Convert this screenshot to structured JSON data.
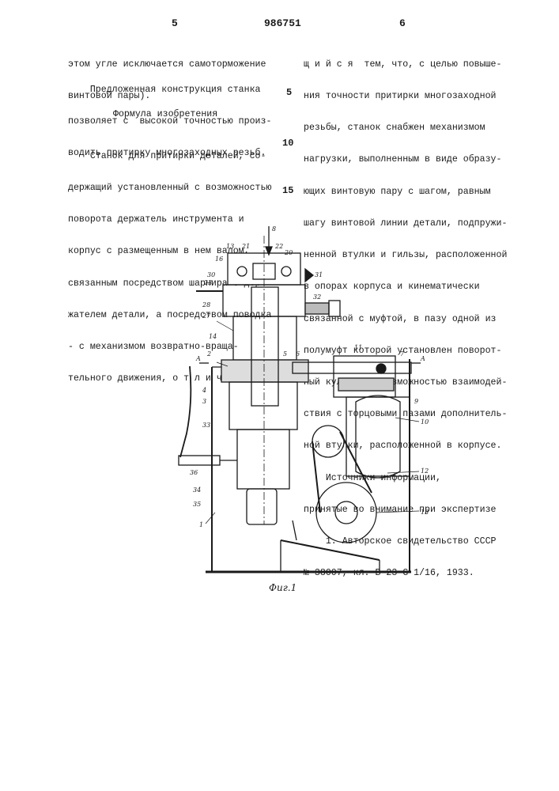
{
  "header": {
    "page_left": "5",
    "patent_number": "986751",
    "page_right": "6"
  },
  "left_column": {
    "paragraph1": [
      "этом угле исключается самоторможение",
      "винтовой пары)."
    ],
    "paragraph2": [
      "    Предложенная конструкция станка",
      "позволяет с  высокой точностью произ-",
      "водить притирку многозаходных резьб."
    ],
    "heading": "Формула изобретения",
    "claim": [
      "    Станок для притирки деталей, со-",
      "держащий установленный с возможностью",
      "поворота держатель инструмента и",
      "корпус с размещенным в нем валом,",
      "связанным посредством шарнира с дер-",
      "жателем детали, а посредством поводка",
      "- с механизмом возвратно-враща-",
      "тельного движения, о т л и ч а ю -"
    ]
  },
  "right_column": {
    "claim_cont": [
      "щ и й с я  тем, что, с целью повыше-",
      "ния точности притирки многозаходной",
      "резьбы, станок снабжен механизмом",
      "нагрузки, выполненным в виде образу-",
      "ющих винтовую пару с шагом, равным",
      "шагу винтовой линии детали, подпружи-",
      "ненной втулки и гильзы, расположенной",
      "в опорах корпуса и кинематически",
      "связанной с муфтой, в пазу одной из",
      "полумуфт которой установлен поворот-",
      "ный кулачок с возможностью взаимодей-",
      "ствия с торцовыми пазами дополнитель-",
      "ной втулки, расположенной в корпусе."
    ],
    "sources_heading": "    Источники информации,",
    "sources_sub": "принятые во внимание при экспертизе",
    "sources": [
      "    1. Авторское свидетельство СССР",
      "№ 38007, кл. В 23 G 1/16, 1933."
    ]
  },
  "line_numbers": [
    "5",
    "10",
    "15"
  ],
  "figure": {
    "caption": "Фиг.1",
    "labels": [
      "8",
      "13",
      "21",
      "22",
      "20",
      "16",
      "30",
      "23",
      "31",
      "28",
      "27",
      "32",
      "14",
      "2",
      "5",
      "6",
      "11",
      "7",
      "A",
      "A",
      "4",
      "3",
      "9",
      "10",
      "33",
      "36",
      "12",
      "34",
      "35",
      "13",
      "1"
    ]
  }
}
